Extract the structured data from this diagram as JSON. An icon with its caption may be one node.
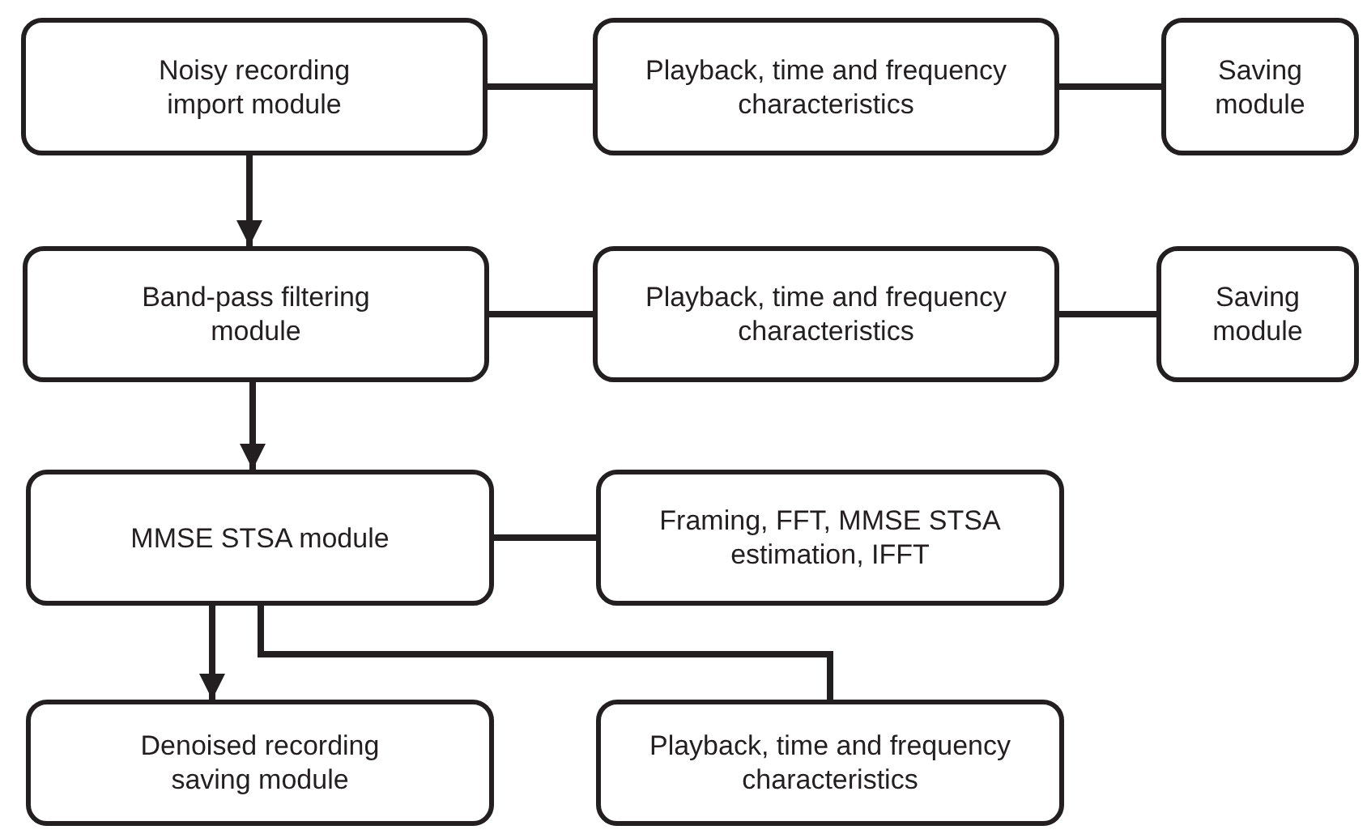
{
  "diagram": {
    "nodes": [
      {
        "text": [
          "Noisy recording import module"
        ]
      },
      {
        "text": [
          "Playback, time and frequency characteristics"
        ]
      },
      {
        "text": [
          "Saving module"
        ]
      },
      {
        "text": [
          "Band-pass filtering module"
        ]
      },
      {
        "text": [
          "Playback, time and frequency characteristics"
        ]
      },
      {
        "text": [
          "Saving module"
        ]
      },
      {
        "text": [
          "MMSE STSA module"
        ]
      },
      {
        "text": [
          "Framing, FFT, MMSE STSA estimation, IFFT"
        ]
      },
      {
        "text": [
          "Denoised recording saving module"
        ]
      },
      {
        "text": [
          "Playback, time and frequency characteristics"
        ]
      }
    ],
    "edges": [
      {
        "from": 0,
        "to": 1,
        "arrow": "none"
      },
      {
        "from": 1,
        "to": 2,
        "arrow": "none"
      },
      {
        "from": 0,
        "to": 3,
        "arrow": "to"
      },
      {
        "from": 3,
        "to": 4,
        "arrow": "none"
      },
      {
        "from": 4,
        "to": 5,
        "arrow": "none"
      },
      {
        "from": 3,
        "to": 6,
        "arrow": "to"
      },
      {
        "from": 6,
        "to": 7,
        "arrow": "none"
      },
      {
        "from": 6,
        "to": 8,
        "arrow": "to"
      },
      {
        "from": 6,
        "to": 9,
        "arrow": "none"
      }
    ]
  }
}
